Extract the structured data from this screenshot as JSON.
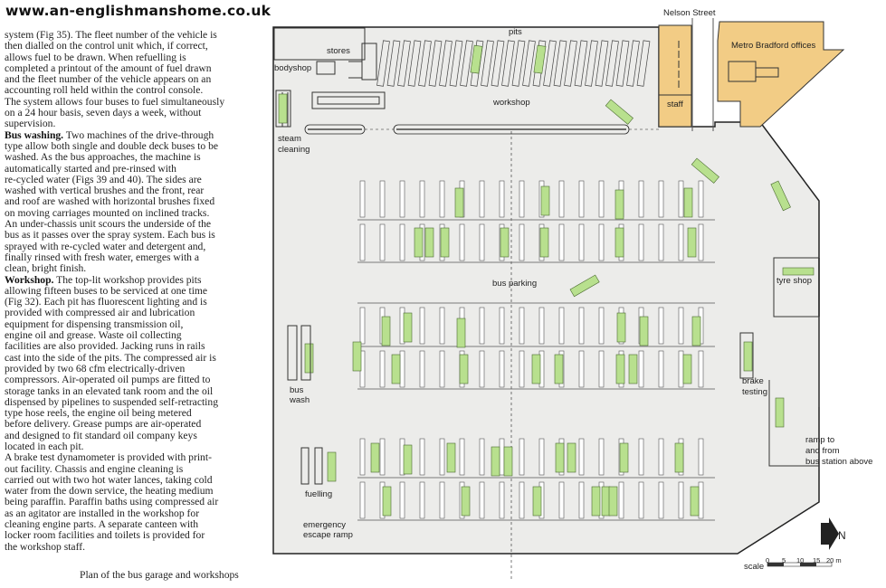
{
  "header": {
    "site": "www.an-englishmanshome.co.uk"
  },
  "article": {
    "lines": [
      {
        "t": "system (Fig 35). The fleet number of the vehicle is"
      },
      {
        "t": "then dialled on the control unit which, if correct,"
      },
      {
        "t": "allows fuel to be drawn. When refuelling is"
      },
      {
        "t": "completed a printout of the amount of fuel drawn"
      },
      {
        "t": "and the fleet number of the vehicle appears on an"
      },
      {
        "t": "accounting roll held within the control console."
      },
      {
        "t": "The system allows four buses to fuel simultaneously"
      },
      {
        "t": "on a 24 hour basis, seven days a week, without"
      },
      {
        "t": "supervision."
      },
      {
        "b": "Bus washing.",
        "t": " Two machines of the drive-through"
      },
      {
        "t": "type allow both single and double deck buses to be"
      },
      {
        "t": "washed. As the bus approaches, the machine is"
      },
      {
        "t": "automatically started and pre-rinsed with"
      },
      {
        "t": "re-cycled water (Figs 39 and 40). The sides are"
      },
      {
        "t": "washed with vertical brushes and the front, rear"
      },
      {
        "t": "and roof are washed with horizontal brushes fixed"
      },
      {
        "t": "on moving carriages mounted on inclined tracks."
      },
      {
        "t": "An under-chassis unit scours the underside of the"
      },
      {
        "t": "bus as it passes over the spray system. Each bus is"
      },
      {
        "t": "sprayed with re-cycled water and detergent and,"
      },
      {
        "t": "finally rinsed with fresh water, emerges with a"
      },
      {
        "t": "clean, bright finish."
      },
      {
        "b": "Workshop.",
        "t": " The top-lit workshop provides pits"
      },
      {
        "t": "allowing fifteen buses to be serviced at one time"
      },
      {
        "t": "(Fig 32). Each pit has fluorescent lighting and is"
      },
      {
        "t": "provided with compressed air and lubrication"
      },
      {
        "t": "equipment for dispensing transmission oil,"
      },
      {
        "t": "engine oil and grease. Waste oil collecting"
      },
      {
        "t": "facilities are also provided. Jacking runs in rails"
      },
      {
        "t": "cast into the side of the pits. The compressed air is"
      },
      {
        "t": "provided by two 68 cfm electrically-driven"
      },
      {
        "t": "compressors. Air-operated oil pumps are fitted to"
      },
      {
        "t": "storage tanks in an elevated tank room and the oil"
      },
      {
        "t": "dispensed by pipelines to suspended self-retracting"
      },
      {
        "t": "type hose reels, the engine oil being metered"
      },
      {
        "t": "before delivery. Grease pumps are air-operated"
      },
      {
        "t": "and designed to fit standard oil company keys"
      },
      {
        "t": "located in each pit."
      },
      {
        "t": "A brake test dynamometer is provided with print-"
      },
      {
        "t": "out facility. Chassis and engine cleaning is"
      },
      {
        "t": "carried out with two hot water lances, taking cold"
      },
      {
        "t": "water from the down service, the heating medium"
      },
      {
        "t": "being paraffin. Paraffin baths using compressed air"
      },
      {
        "t": "as an agitator are installed in the workshop for"
      },
      {
        "t": "cleaning engine parts. A separate canteen with"
      },
      {
        "t": "locker room facilities and toilets is provided for"
      },
      {
        "t": "the workshop staff."
      }
    ],
    "caption": "Plan of the bus garage and workshops"
  },
  "plan": {
    "labels": {
      "nelson_street": "Nelson Street",
      "pits": "pits",
      "stores": "stores",
      "bodyshop": "bodyshop",
      "workshop": "workshop",
      "staff": "staff",
      "offices": "Metro Bradford offices",
      "steam1": "steam",
      "steam2": "cleaning",
      "bus_parking": "bus parking",
      "tyre_shop": "tyre shop",
      "bus_wash1": "bus",
      "bus_wash2": "wash",
      "brake1": "brake",
      "brake2": "testing",
      "fuelling": "fuelling",
      "escape1": "emergency",
      "escape2": "escape ramp",
      "ramp1": "ramp to",
      "ramp2": "and from",
      "ramp3": "bus station above"
    },
    "north": "N",
    "scale": {
      "label": "scale",
      "ticks": [
        "0",
        "5",
        "10",
        "15",
        "20 m"
      ]
    },
    "colors": {
      "floor": "#ececea",
      "offices": "#f2cc85",
      "bus": "#b8e08e"
    }
  }
}
